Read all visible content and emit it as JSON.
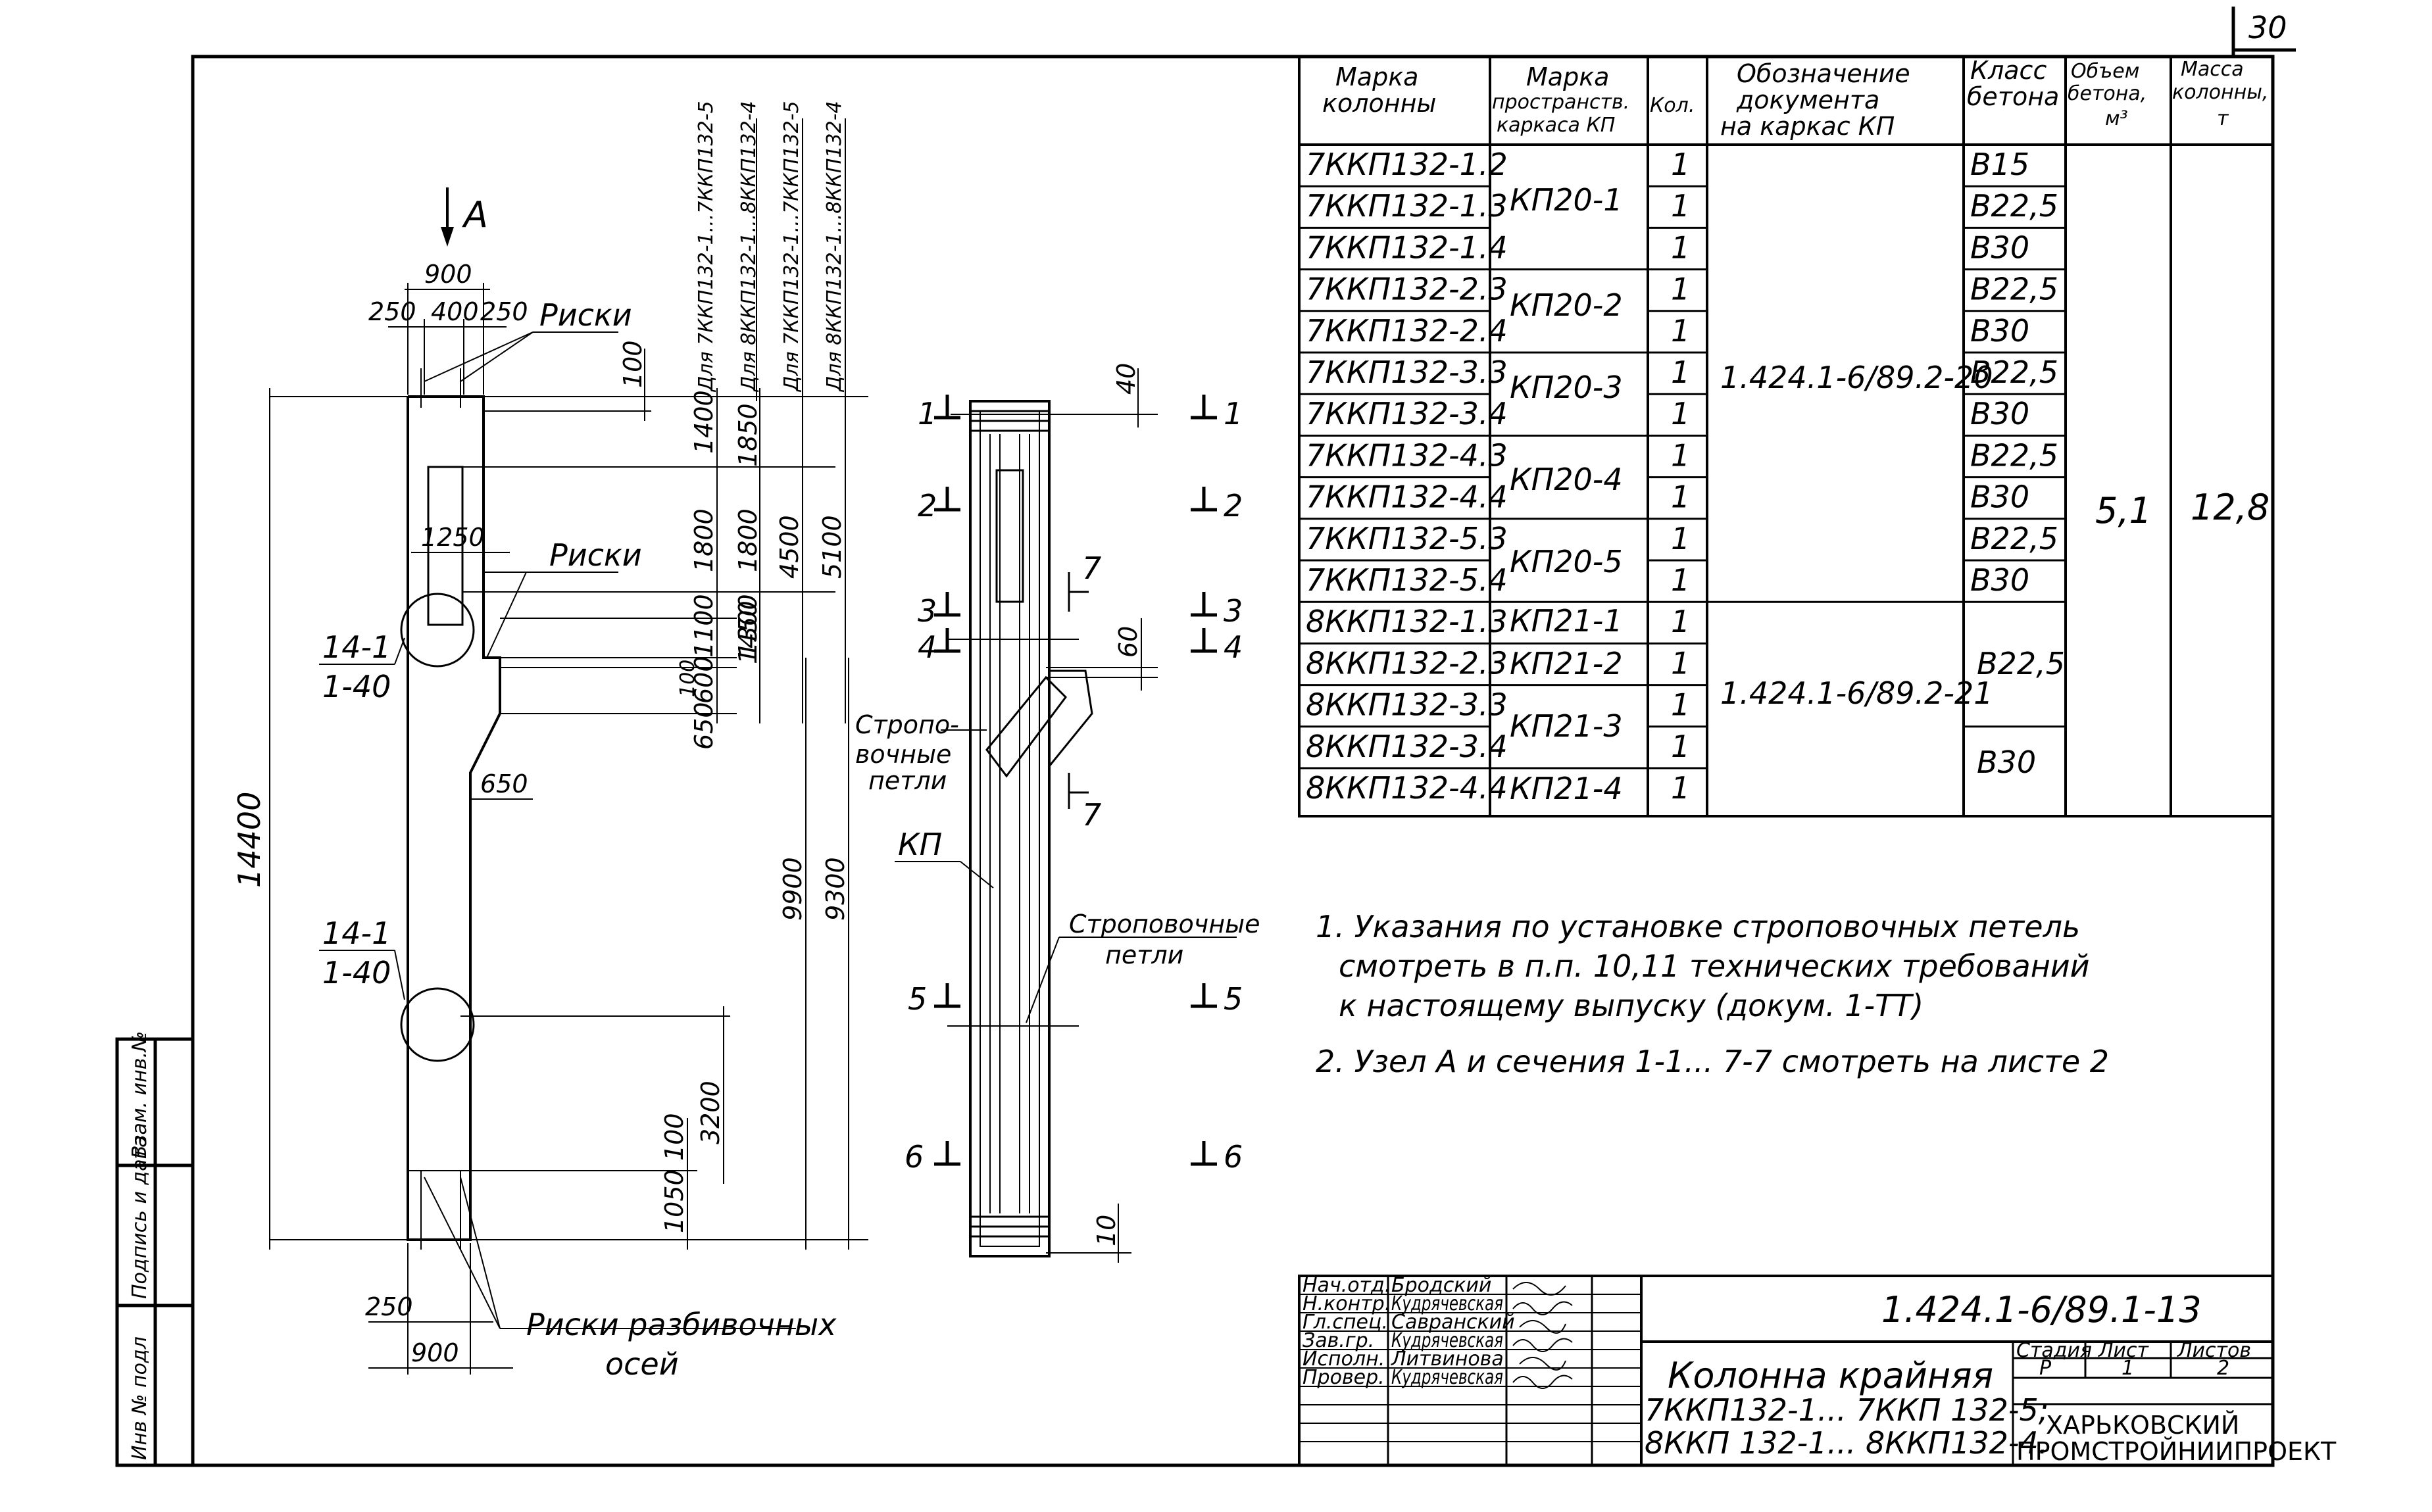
{
  "sheet_number": "30",
  "side_stamps": [
    "Инв № подл",
    "Подпись и дата",
    "Взам. инв.№"
  ],
  "drawing": {
    "view_label": "А",
    "risks_top": "Риски",
    "risks_mid": "Риски",
    "risks_bottom_1": "Риски разбивочных",
    "risks_bottom_2": "осей",
    "node_top_1": "14-1",
    "node_top_2": "1-40",
    "node_bot_1": "14-1",
    "node_bot_2": "1-40",
    "dims": {
      "w900": "900",
      "w250": "250",
      "w400": "400",
      "w250b": "250",
      "d100": "100",
      "d1250": "1250",
      "d650": "650",
      "d14400": "14400",
      "d250b": "250",
      "d900b": "900",
      "c1400": "1400",
      "c1800": "1800",
      "c1100": "1100",
      "c100": "100",
      "c600": "600",
      "c650": "650",
      "c1850": "1850",
      "c1800b": "1800",
      "c1300": "1300",
      "c1450": "1450",
      "c4500": "4500",
      "c5100": "5100",
      "c9900": "9900",
      "c9300": "9300",
      "c100b": "100",
      "c3200": "3200",
      "c1050": "1050"
    },
    "vertical_labels": [
      "Для 7ККП132-1...7ККП132-5",
      "Для 8ККП132-1...8ККП132-4",
      "Для 7ККП132-1...7ККП132-5",
      "Для 8ККП132-1...8ККП132-4"
    ],
    "section": {
      "marks": [
        "1",
        "2",
        "3",
        "4",
        "5",
        "6"
      ],
      "mark7": "7",
      "d40": "40",
      "d60": "60",
      "d10": "10",
      "slings_1": "Строповочные",
      "slings_1a": "Стропо-",
      "slings_1b": "вочные",
      "slings_1c": "петли",
      "kp": "КП",
      "slings_2": "Строповочные",
      "slings_2b": "петли"
    }
  },
  "table": {
    "headers": {
      "mark": [
        "Марка",
        "колонны"
      ],
      "frame": [
        "Марка",
        "пространств.",
        "каркаса КП"
      ],
      "qty": "Кол.",
      "doc": [
        "Обозначение",
        "документа",
        "на каркас КП"
      ],
      "class": [
        "Класс",
        "бетона"
      ],
      "volume": [
        "Объем",
        "бетона,",
        "м³"
      ],
      "mass": [
        "Масса",
        "колонны,",
        "т"
      ]
    },
    "rows": [
      {
        "mark": "7ККП132-1.2",
        "qty": "1",
        "class": "В15"
      },
      {
        "mark": "7ККП132-1.3",
        "qty": "1",
        "class": "В22,5"
      },
      {
        "mark": "7ККП132-1.4",
        "qty": "1",
        "class": "В30"
      },
      {
        "mark": "7ККП132-2.3",
        "qty": "1",
        "class": "В22,5"
      },
      {
        "mark": "7ККП132-2.4",
        "qty": "1",
        "class": "В30"
      },
      {
        "mark": "7ККП132-3.3",
        "qty": "1",
        "class": "В22,5"
      },
      {
        "mark": "7ККП132-3.4",
        "qty": "1",
        "class": "В30"
      },
      {
        "mark": "7ККП132-4.3",
        "qty": "1",
        "class": "В22,5"
      },
      {
        "mark": "7ККП132-4.4",
        "qty": "1",
        "class": "В30"
      },
      {
        "mark": "7ККП132-5.3",
        "qty": "1",
        "class": "В22,5"
      },
      {
        "mark": "7ККП132-5.4",
        "qty": "1",
        "class": "В30"
      },
      {
        "mark": "8ККП132-1.3",
        "qty": "1"
      },
      {
        "mark": "8ККП132-2.3",
        "qty": "1"
      },
      {
        "mark": "8ККП132-3.3",
        "qty": "1"
      },
      {
        "mark": "8ККП132-3.4",
        "qty": "1"
      },
      {
        "mark": "8ККП132-4.4",
        "qty": "1"
      }
    ],
    "frames": [
      "КП20-1",
      "КП20-2",
      "КП20-3",
      "КП20-4",
      "КП20-5",
      "КП21-1",
      "КП21-2",
      "КП21-3",
      "КП21-4"
    ],
    "doc_1": "1.424.1-6/89.2-20",
    "doc_2": "1.424.1-6/89.2-21",
    "class_b225": "В22,5",
    "class_b30": "В30",
    "volume": "5,1",
    "mass": "12,8"
  },
  "notes": [
    "1. Указания по установке строповочных петель",
    "смотреть в п.п. 10,11 технических требований",
    "к настоящему выпуску (докум. 1-ТТ)",
    "2. Узел А и сечения 1-1... 7-7 смотреть на листе 2"
  ],
  "stamp": {
    "roles": [
      "Нач.отд.",
      "Н.контр.",
      "Гл.спец.",
      "Зав.гр.",
      "Исполн.",
      "Провер."
    ],
    "names": [
      "Бродский",
      "Кудрячевская",
      "Савранский",
      "Кудрячевская",
      "Литвинова",
      "Кудрячевская"
    ],
    "designation": "1.424.1-6/89.1-13",
    "title_1": "Колонна крайняя",
    "title_2": "7ККП132-1... 7ККП 132-5;",
    "title_3": "8ККП 132-1... 8ККП132-4.",
    "stage_h": "Стадия",
    "sheet_h": "Лист",
    "sheets_h": "Листов",
    "stage": "Р",
    "sheet": "1",
    "sheets": "2",
    "org_1": "ХАРЬКОВСКИЙ",
    "org_2": "ПРОМСТРОЙНИИПРОЕКТ"
  }
}
